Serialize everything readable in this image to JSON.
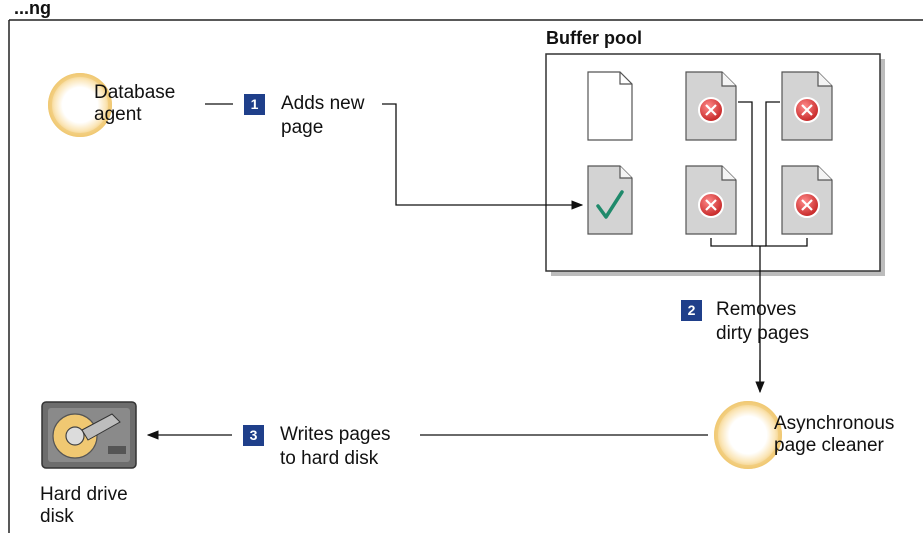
{
  "diagram": {
    "title_partial": "...ng",
    "buffer_pool_label": "Buffer pool",
    "actors": {
      "database_agent": [
        "Database",
        "agent"
      ],
      "page_cleaner": [
        "Asynchronous",
        "page cleaner"
      ],
      "hard_drive": [
        "Hard drive",
        "disk"
      ]
    },
    "steps": [
      {
        "number": "1",
        "lines": [
          "Adds new",
          "page"
        ]
      },
      {
        "number": "2",
        "lines": [
          "Removes",
          "dirty pages"
        ]
      },
      {
        "number": "3",
        "lines": [
          "Writes pages",
          "to hard disk"
        ]
      }
    ],
    "page_states": {
      "new": "blank",
      "clean": "check",
      "dirty": "x"
    },
    "colors": {
      "badge": "#1f3f8a",
      "actor_ring": "#f2d08c",
      "dirty_circle": "#d53535",
      "check": "#1f8a6b",
      "page_fill": "#d3d3d3"
    }
  }
}
